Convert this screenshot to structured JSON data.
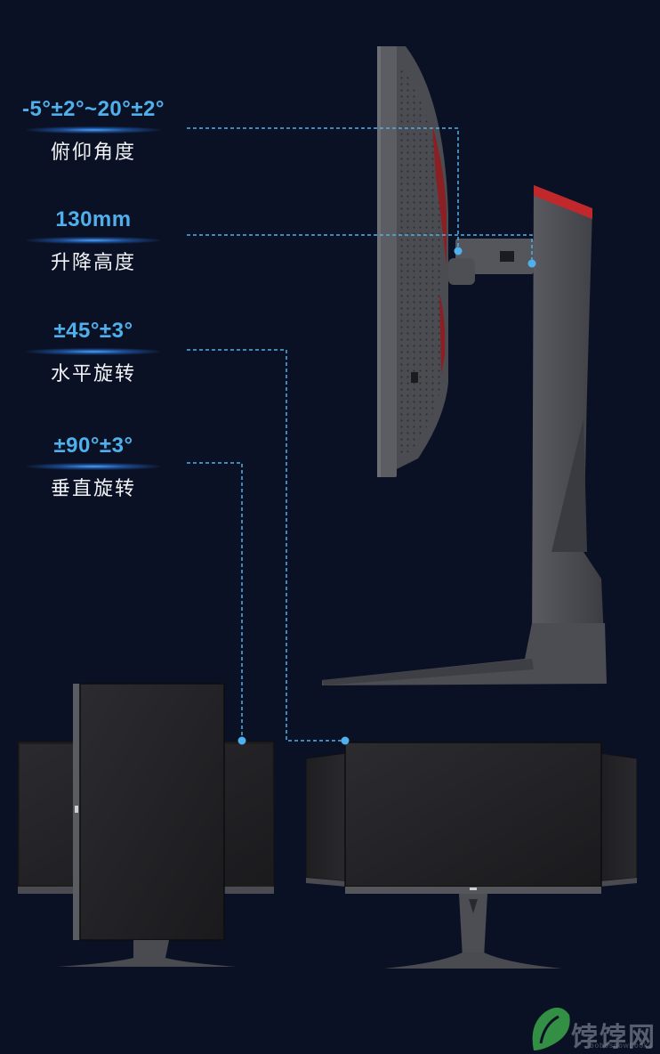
{
  "specs": [
    {
      "value": "-5°±2°~20°±2°",
      "label": "俯仰角度"
    },
    {
      "value": "130mm",
      "label": "升降高度"
    },
    {
      "value": "±45°±3°",
      "label": "水平旋转"
    },
    {
      "value": "±90°±3°",
      "label": "垂直旋转"
    }
  ],
  "watermark": {
    "text": "饽饽网",
    "sub": "bobosnowbooks"
  },
  "colors": {
    "background": "#0b1124",
    "accent_value": "#4fb0ec",
    "leader_line": "#4fb0ec",
    "monitor_body": "#4a4b50",
    "accent_red": "#c0282c"
  }
}
